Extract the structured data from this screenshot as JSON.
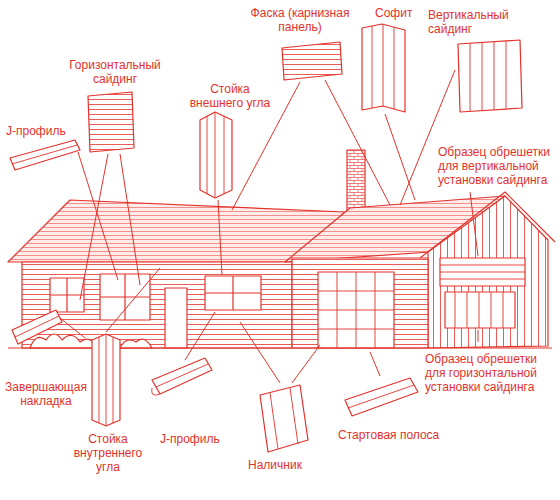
{
  "diagram": {
    "labels": [
      "Фаска (карнизная панель)",
      "Софит",
      "Вертикальный сайдинг",
      "Горизонтальный сайдинг",
      "Стойка внешнего угла",
      "J-профиль",
      "Образец обрешетки для вертикальной установки сайдинга",
      "Завершающая накладка",
      "Стойка внутреннего угла",
      "J-профиль",
      "Наличник",
      "Стартовая полоса",
      "Образец обрешетки для горизонтальной установки сайдинга"
    ]
  }
}
